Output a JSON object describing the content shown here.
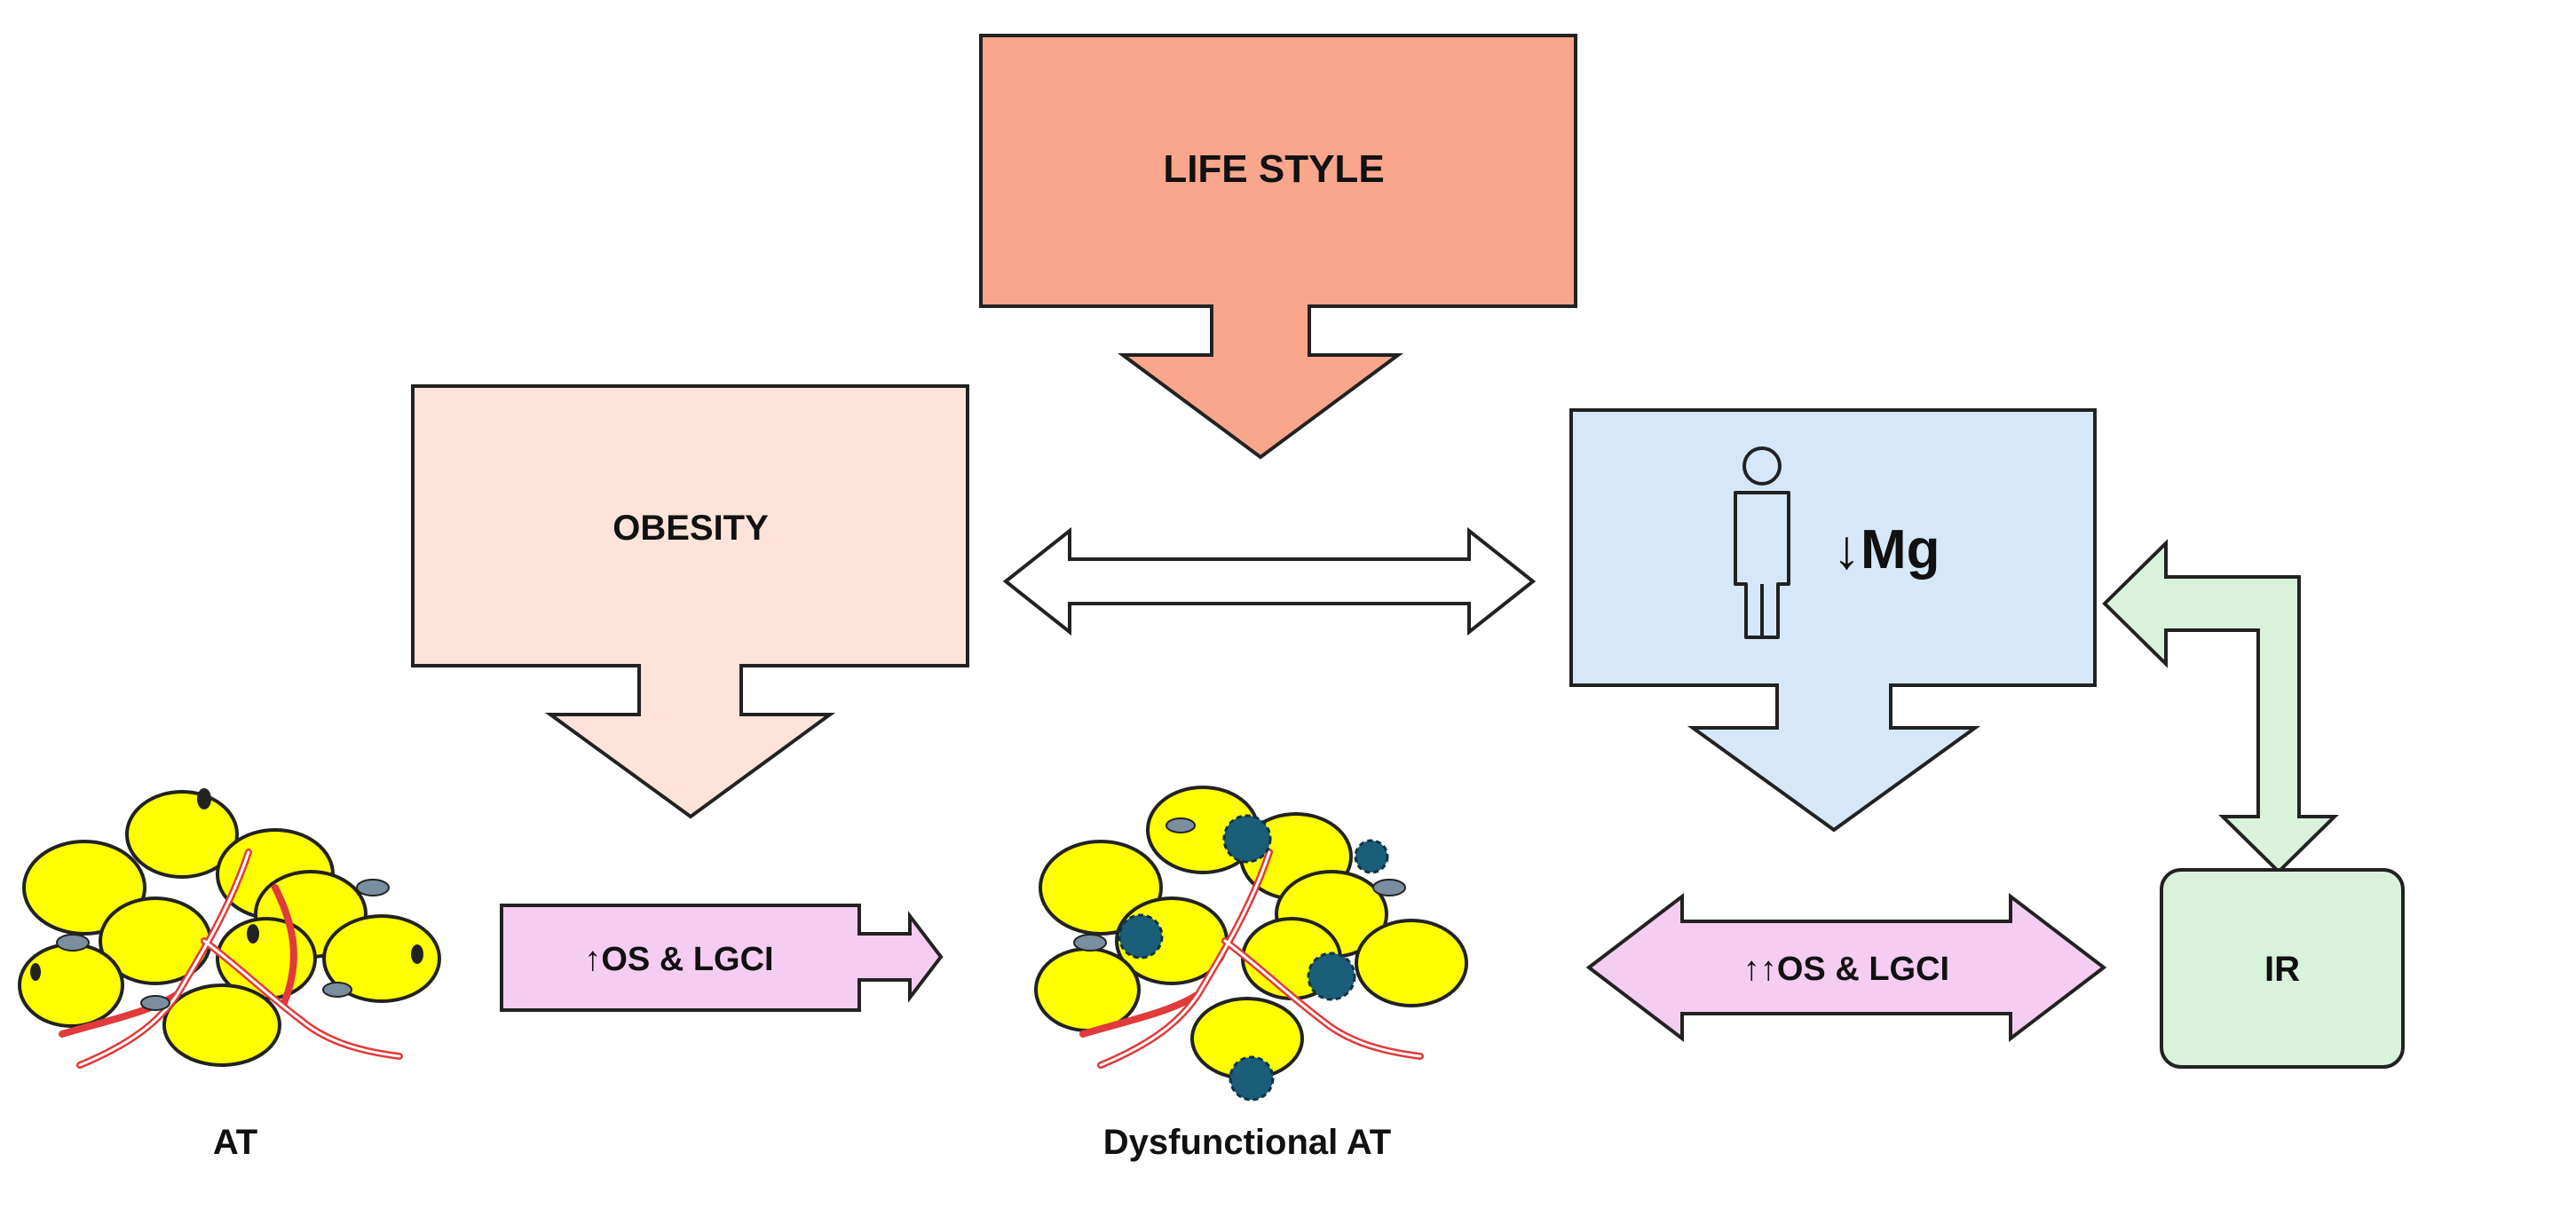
{
  "nodes": {
    "lifestyle": {
      "label": "LIFE STYLE"
    },
    "obesity": {
      "label": "OBESITY"
    },
    "mg": {
      "label": "↓Mg"
    },
    "ir": {
      "label": "IR"
    },
    "os1": {
      "label": "↑OS & LGCI"
    },
    "os2": {
      "label": "↑↑OS & LGCI"
    },
    "at": {
      "label": "AT"
    },
    "dysfunctional_at": {
      "label": "Dysfunctional AT"
    }
  },
  "colors": {
    "lifestyle": "#f9a68c",
    "obesity": "#fde3d9",
    "mg": "#d6e8f8",
    "ir": "#d9f2dc",
    "os": "#f5cdf0",
    "adipocyte": "#ffff00",
    "vessel": "#e03a3a",
    "inflam": "#1b5e7a",
    "outline": "#222222"
  },
  "icons": [
    "person-icon",
    "adipose-tissue-icon",
    "dysfunctional-adipose-tissue-icon"
  ]
}
